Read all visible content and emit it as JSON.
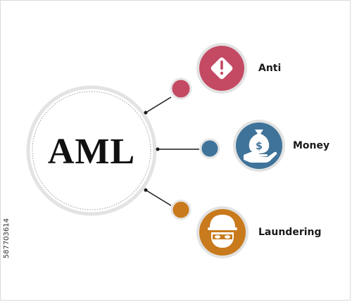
{
  "center": {
    "title": "AML"
  },
  "items": [
    {
      "label": "Anti",
      "icon": "warning-icon",
      "color": "#c44a64"
    },
    {
      "label": "Money",
      "icon": "money-bag-hand-icon",
      "color": "#3f7399"
    },
    {
      "label": "Laundering",
      "icon": "burglar-icon",
      "color": "#c87a1c"
    }
  ],
  "watermark": {
    "stock_id": "587703614"
  }
}
